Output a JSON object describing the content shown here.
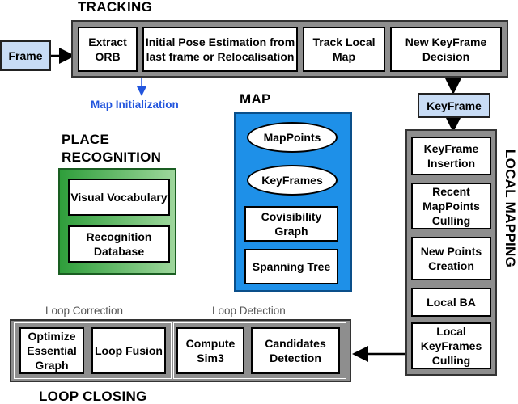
{
  "tracking": {
    "title": "TRACKING",
    "extract": "Extract ORB",
    "pose": "Initial Pose Estimation from last frame or Relocalisation",
    "track": "Track Local Map",
    "decision": "New KeyFrame Decision"
  },
  "frame": "Frame",
  "map_init": "Map Initialization",
  "keyframe": "KeyFrame",
  "map": {
    "title": "MAP",
    "mappoints": "MapPoints",
    "keyframes": "KeyFrames",
    "covis": "Covisibility Graph",
    "spanning": "Spanning Tree"
  },
  "place": {
    "title_line1": "PLACE",
    "title_line2": "RECOGNITION",
    "vocab": "Visual Vocabulary",
    "database": "Recognition Database"
  },
  "local_mapping": {
    "title": "LOCAL MAPPING",
    "insertion": "KeyFrame Insertion",
    "culling": "Recent MapPoints Culling",
    "creation": "New Points Creation",
    "ba": "Local BA",
    "kf_culling": "Local KeyFrames Culling"
  },
  "loop": {
    "title": "LOOP CLOSING",
    "correction": "Loop Correction",
    "detection_label": "Loop Detection",
    "optimize": "Optimize Essential Graph",
    "fusion": "Loop Fusion",
    "sim3": "Compute Sim3",
    "candidates": "Candidates Detection"
  }
}
